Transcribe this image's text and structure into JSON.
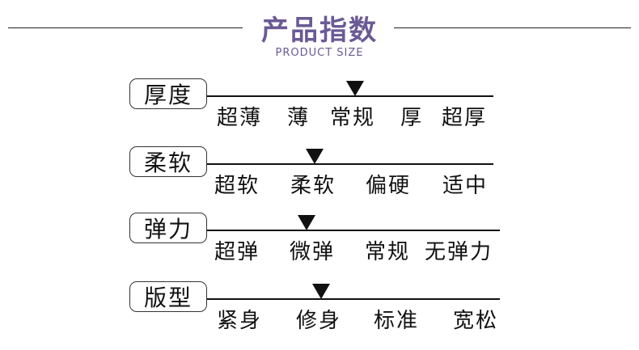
{
  "header": {
    "title": "产品指数",
    "subtitle": "PRODUCT SIZE",
    "title_color": "#6a5a95",
    "subtitle_color": "#6a5a95"
  },
  "rows": [
    {
      "label": "厚度",
      "options": [
        "超薄",
        "薄",
        "常规",
        "厚",
        "超厚"
      ],
      "selected": "常规"
    },
    {
      "label": "柔软",
      "options": [
        "超软",
        "柔软",
        "偏硬",
        "适中"
      ],
      "selected": "柔软"
    },
    {
      "label": "弹力",
      "options": [
        "超弹",
        "微弹",
        "常规",
        "无弹力"
      ],
      "selected": "微弹"
    },
    {
      "label": "版型",
      "options": [
        "紧身",
        "修身",
        "标准",
        "宽松"
      ],
      "selected": "修身"
    }
  ]
}
